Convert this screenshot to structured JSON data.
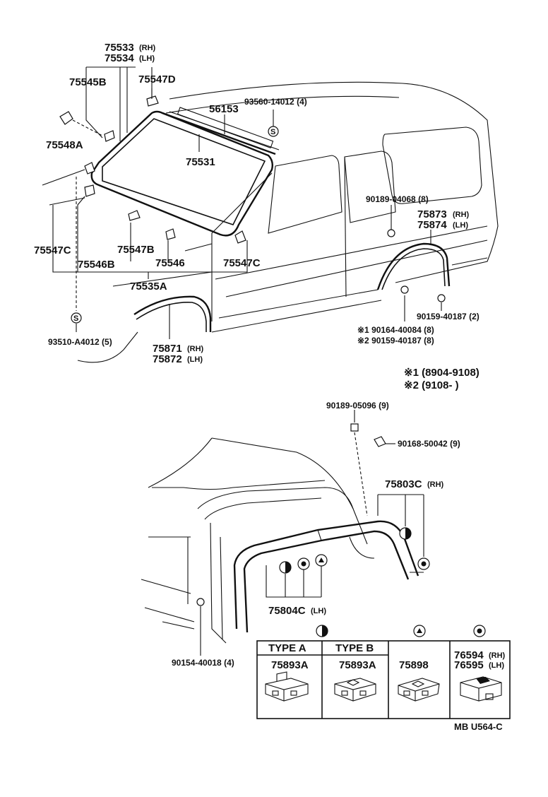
{
  "diagram": {
    "top_labels": {
      "p75533": "75533",
      "p75533_side": "(RH)",
      "p75534": "75534",
      "p75534_side": "(LH)",
      "p75545B": "75545B",
      "p75547D": "75547D",
      "p75548A": "75548A",
      "p56153": "56153",
      "p93560": "93560-14012 (4)",
      "p75531": "75531",
      "p90189_04068": "90189-04068 (8)",
      "p75873": "75873",
      "p75873_side": "(RH)",
      "p75874": "75874",
      "p75874_side": "(LH)",
      "p75547C_left": "75547C",
      "p75547B": "75547B",
      "p75546B": "75546B",
      "p75546": "75546",
      "p75547C_right": "75547C",
      "p75535A": "75535A",
      "p90159_40187_2": "90159-40187 (2)",
      "p90164_40084": "※1 90164-40084 (8)",
      "p90159_40187_8": "※2 90159-40187 (8)",
      "p93510": "93510-A4012 (5)",
      "p75871": "75871",
      "p75871_side": "(RH)",
      "p75872": "75872",
      "p75872_side": "(LH)",
      "s_symbol": "S"
    },
    "notes": {
      "note1": "※1 (8904-9108)",
      "note2": "※2 (9108-       )"
    },
    "bottom_labels": {
      "p90189_05096": "90189-05096 (9)",
      "p90168": "90168-50042 (9)",
      "p75803C": "75803C",
      "p75803C_side": "(RH)",
      "p75804C": "75804C",
      "p75804C_side": "(LH)",
      "p90154": "90154-40018 (4)"
    },
    "clip_table": {
      "type_a": "TYPE A",
      "type_b": "TYPE B",
      "col1_part": "75893A",
      "col2_part": "75893A",
      "col3_part": "75898",
      "col4_part_rh": "76594",
      "col4_part_rh_side": "(RH)",
      "col4_part_lh": "76595",
      "col4_part_lh_side": "(LH)"
    },
    "footer": "MB  U564-C"
  }
}
